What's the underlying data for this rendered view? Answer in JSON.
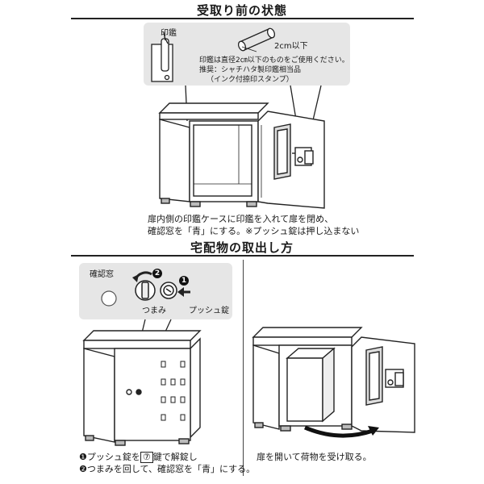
{
  "section1": {
    "title": "受取り前の状態",
    "callout": {
      "stamp_label": "印鑑",
      "size_label": "2cm以下",
      "note_line1": "印鑑は直径2㎝以下のものをご使用ください。",
      "note_line2": "推奨：シャチハタ製印鑑相当品",
      "note_line3": "（インク付捺印スタンプ）"
    },
    "caption_line1": "扉内側の印鑑ケースに印鑑を入れて扉を閉め、",
    "caption_line2": "確認窓を「青」にする。※プッシュ錠は押し込まない"
  },
  "section2": {
    "title": "宅配物の取出し方",
    "lock_callout": {
      "window_label": "確認窓",
      "knob_label": "つまみ",
      "push_lock_label": "プッシュ錠",
      "step1_marker": "1",
      "step2_marker": "2"
    },
    "left_caption": {
      "step1_prefix": "❶プッシュ錠を",
      "key_box": "⑦",
      "step1_suffix": "鍵で解錠し",
      "step2": "❷つまみを回して、確認窓を「青」にする。"
    },
    "right_caption": "扉を開いて荷物を受け取る。"
  }
}
